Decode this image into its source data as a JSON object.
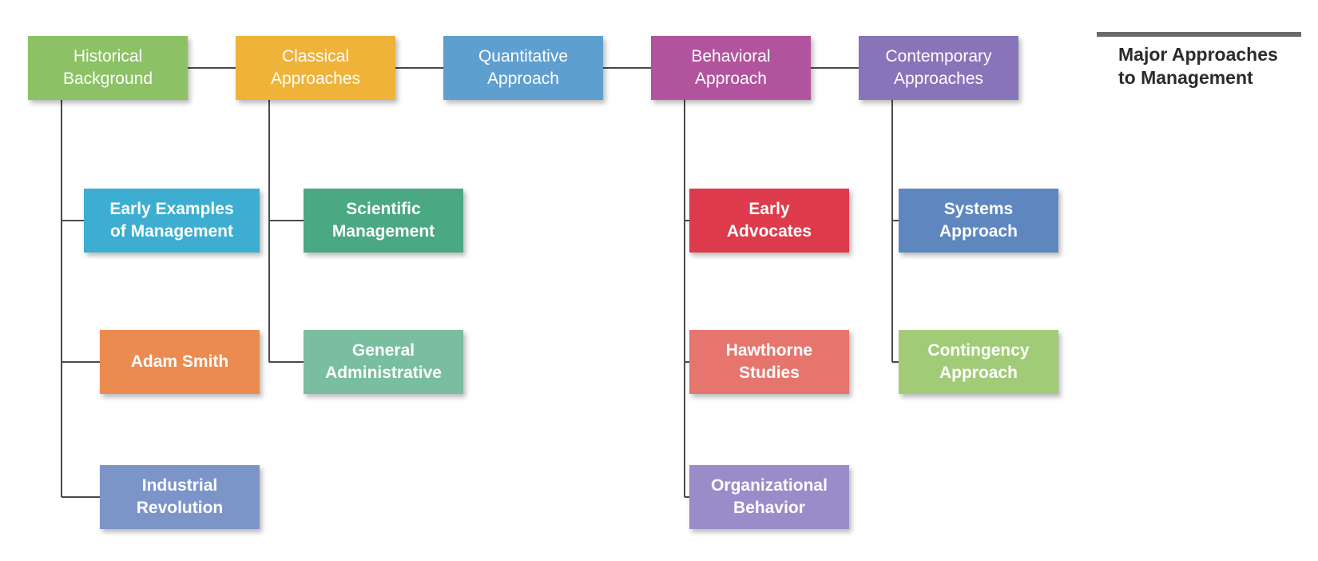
{
  "figure_title": "Major Approaches\nto Management",
  "colors": {
    "connector": "#4a4a4a",
    "historical": "#8cc265",
    "classical": "#efb33a",
    "quantitative": "#5f9fd0",
    "behavioral": "#b2539d",
    "contemporary": "#8874b9",
    "early_examples": "#3daed2",
    "adam_smith": "#ec8b4f",
    "industrial_revolution": "#7c95c9",
    "scientific": "#4aa882",
    "general_admin": "#78be9f",
    "early_advocates": "#dd3b4b",
    "hawthorne": "#e6756e",
    "org_behavior": "#9a8cc8",
    "systems": "#5e87c0",
    "contingency": "#a2cb78"
  },
  "approaches": [
    {
      "id": "historical",
      "label": "Historical\nBackground"
    },
    {
      "id": "classical",
      "label": "Classical\nApproaches"
    },
    {
      "id": "quantitative",
      "label": "Quantitative\nApproach"
    },
    {
      "id": "behavioral",
      "label": "Behavioral\nApproach"
    },
    {
      "id": "contemporary",
      "label": "Contemporary\nApproaches"
    }
  ],
  "sub_nodes": {
    "historical": [
      {
        "id": "early_examples",
        "label": "Early Examples\nof Management"
      },
      {
        "id": "adam_smith",
        "label": "Adam Smith"
      },
      {
        "id": "industrial_revolution",
        "label": "Industrial\nRevolution"
      }
    ],
    "classical": [
      {
        "id": "scientific",
        "label": "Scientific\nManagement"
      },
      {
        "id": "general_admin",
        "label": "General\nAdministrative"
      }
    ],
    "behavioral": [
      {
        "id": "early_advocates",
        "label": "Early\nAdvocates"
      },
      {
        "id": "hawthorne",
        "label": "Hawthorne\nStudies"
      },
      {
        "id": "org_behavior",
        "label": "Organizational\nBehavior"
      }
    ],
    "contemporary": [
      {
        "id": "systems",
        "label": "Systems\nApproach"
      },
      {
        "id": "contingency",
        "label": "Contingency\nApproach"
      }
    ]
  }
}
